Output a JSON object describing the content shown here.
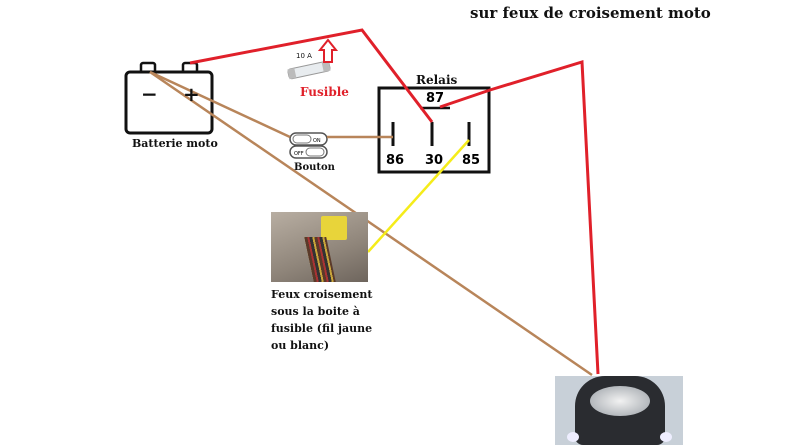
{
  "title": "sur feux de croisement moto",
  "battery": {
    "label": "Batterie moto",
    "minus": "−",
    "plus": "+"
  },
  "fuse": {
    "rating": "10 A",
    "label": "Fusible"
  },
  "relay": {
    "label": "Relais",
    "pins": {
      "p87": "87",
      "p86": "86",
      "p30": "30",
      "p85": "85"
    }
  },
  "button": {
    "label": "Bouton",
    "on": "ON",
    "off": "OFF"
  },
  "lowbeam": {
    "label": "Feux croisement sous la boite à fusible (fil jaune ou blanc)"
  },
  "colors": {
    "positive_wire": "#e0202a",
    "ground_wire": "#b8855a",
    "signal_wire": "#f5ec1a"
  }
}
